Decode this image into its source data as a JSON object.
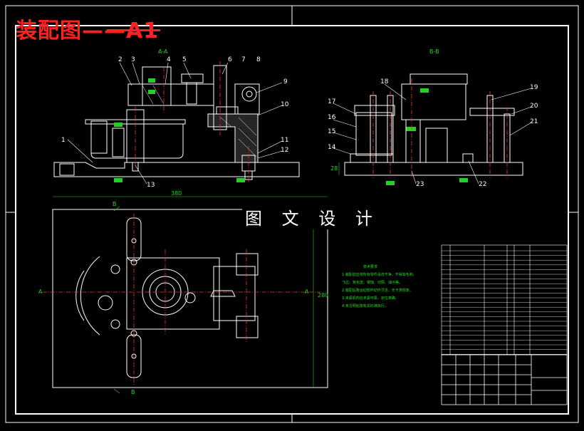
{
  "drawing": {
    "title": "装配图——A1",
    "watermark": "图 文 设 计",
    "section_left": "A-A",
    "section_right": "B-B",
    "dim_width": "380",
    "dim_height": "280",
    "dim_base": "28",
    "section_marker_a": "A",
    "section_marker_b": "B",
    "callouts": [
      "1",
      "2",
      "3",
      "4",
      "5",
      "6",
      "7",
      "8",
      "9",
      "10",
      "11",
      "12",
      "13",
      "14",
      "15",
      "16",
      "17",
      "18",
      "19",
      "20",
      "21",
      "22",
      "23"
    ]
  },
  "tech_notes": {
    "heading": "技术要求",
    "lines": [
      "1.装配前应将所有零件清洗干净，不得有毛刺、",
      "飞边、氧化皮、锈蚀、切屑、油污等。",
      "2.装配后各运动部件动作灵活，无卡滞现象。",
      "3.夹紧机构应夹紧可靠，定位准确。",
      "4.未注明处按有关标准执行。"
    ]
  },
  "title_block": {
    "colors": {
      "frame": "#ffffff",
      "sheet": "#000000",
      "title": "#ff2020",
      "notes": "#20e020"
    }
  }
}
